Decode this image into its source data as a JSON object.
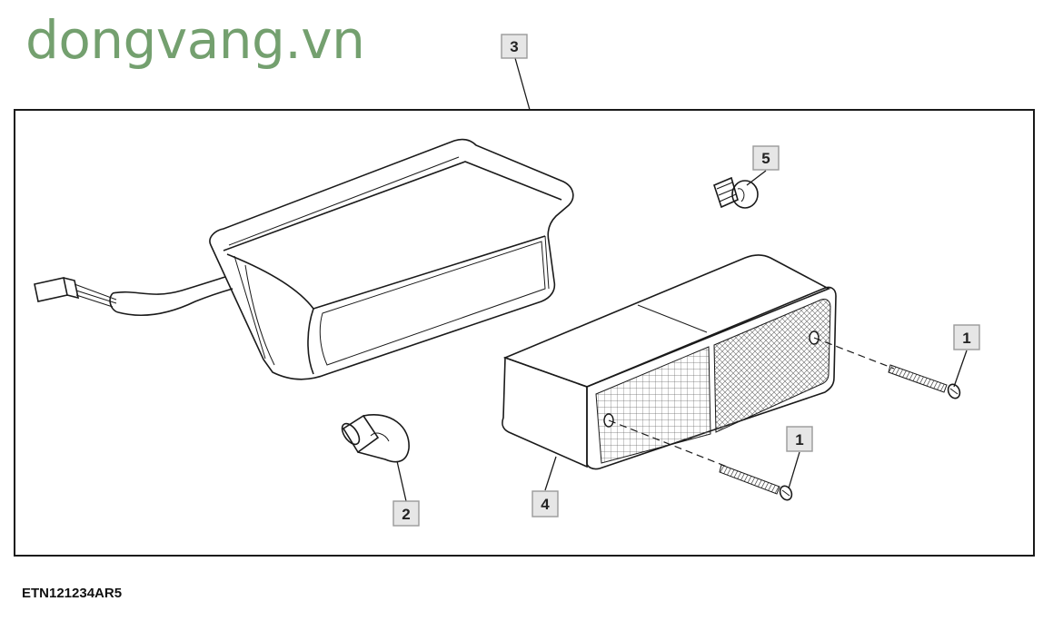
{
  "watermark": "dongvang.vn",
  "reference_code": "ETN121234AR5",
  "callouts": {
    "c3": "3",
    "c5": "5",
    "c1a": "1",
    "c1b": "1",
    "c2": "2",
    "c4": "4"
  },
  "colors": {
    "watermark": "#74a06f",
    "callout_fill": "#e6e6e6",
    "line": "#1a1a1a"
  }
}
